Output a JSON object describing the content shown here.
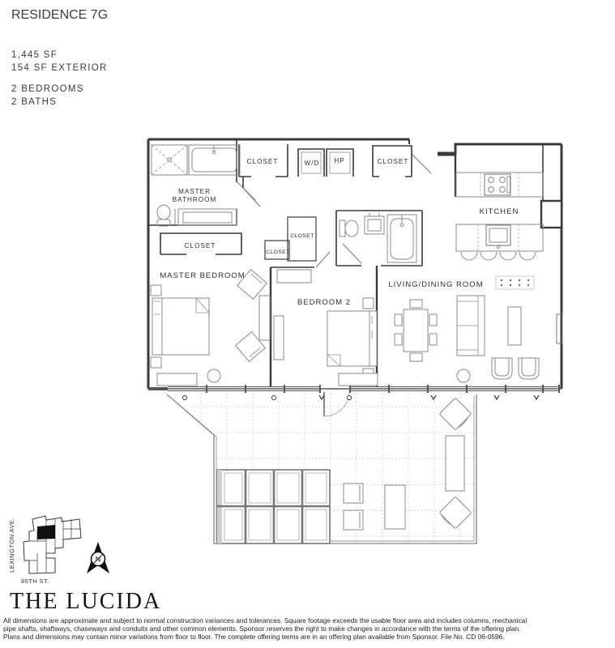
{
  "header": {
    "title": "RESIDENCE 7G",
    "area": "1,445 SF",
    "exterior": "154 SF EXTERIOR",
    "bedrooms": "2 BEDROOMS",
    "baths": "2 BATHS"
  },
  "plan": {
    "labels": {
      "master_bathroom_line1": "MASTER",
      "master_bathroom_line2": "BATHROOM",
      "closet_top": "CLOSET",
      "washer_dryer": "W/D",
      "hp": "HP",
      "closet_entry": "CLOSET",
      "kitchen": "KITCHEN",
      "closet_master": "CLOSET",
      "closet_hall_1": "CLOSET",
      "closet_hall_2": "CLOSET",
      "master_bedroom": "MASTER BEDROOM",
      "bedroom_2": "BEDROOM 2",
      "living_dining": "LIVING/DINING ROOM"
    }
  },
  "keyplan": {
    "street_left": "LEXINGTON AVE.",
    "street_bottom": "85TH ST.",
    "compass_letter": "N"
  },
  "footer": {
    "logo": "THE LUCIDA",
    "disclaimer_lines": [
      "All dimensions are approximate and subject to normal construction variances and tolerances. Square footage exceeds the usable floor area and includes columns, mechanical",
      "pipe shafts, shaftways, chaseways and conduits and other common elements. Sponsor reserves the right to make changes in accordance with the terms of the offering plan.",
      "Plans and dimensions may contain minor variations from floor to floor. The complete offering terms are in an offering plan available from Sponsor. File No. CD 06-0596."
    ]
  },
  "colors": {
    "plan_line": "#3a3a3a",
    "furniture_line": "#8a8a8a",
    "unit_highlight": "#111111"
  }
}
